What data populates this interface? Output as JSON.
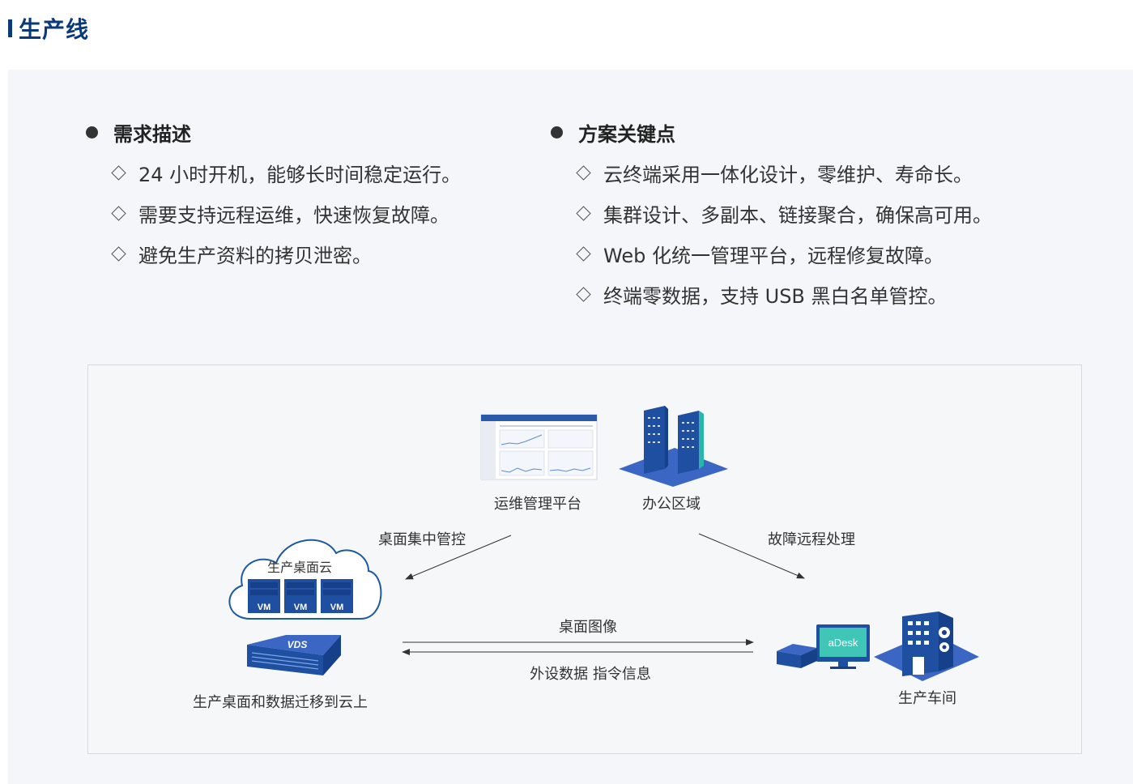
{
  "title": "生产线",
  "requirements": {
    "heading": "需求描述",
    "items": [
      "24 小时开机，能够长时间稳定运行。",
      "需要支持远程运维，快速恢复故障。",
      "避免生产资料的拷贝泄密。"
    ]
  },
  "key_points": {
    "heading": "方案关键点",
    "items": [
      "云终端采用一体化设计，零维护、寿命长。",
      "集群设计、多副本、链接聚合，确保高可用。",
      "Web 化统一管理平台，远程修复故障。",
      "终端零数据，支持 USB 黑白名单管控。"
    ]
  },
  "diagram": {
    "nodes": {
      "ops_platform": "运维管理平台",
      "office_area": "办公区域",
      "desktop_cloud": "生产桌面云",
      "vm_label": "VM",
      "vds_label": "VDS",
      "migrate_caption": "生产桌面和数据迁移到云上",
      "workshop": "生产车间",
      "adesk_label": "aDesk"
    },
    "edges": {
      "central_control": "桌面集中管控",
      "remote_fix": "故障远程处理",
      "desktop_image": "桌面图像",
      "peripheral_data": "外设数据 指令信息"
    }
  },
  "colors": {
    "title": "#0b3a7a",
    "panel_bg": "#f4f6f9",
    "cloud_stroke": "#1e5aa0",
    "device_blue": "#1e4fa0",
    "building_base": "#3b66c4",
    "teal": "#2bb5a9"
  }
}
